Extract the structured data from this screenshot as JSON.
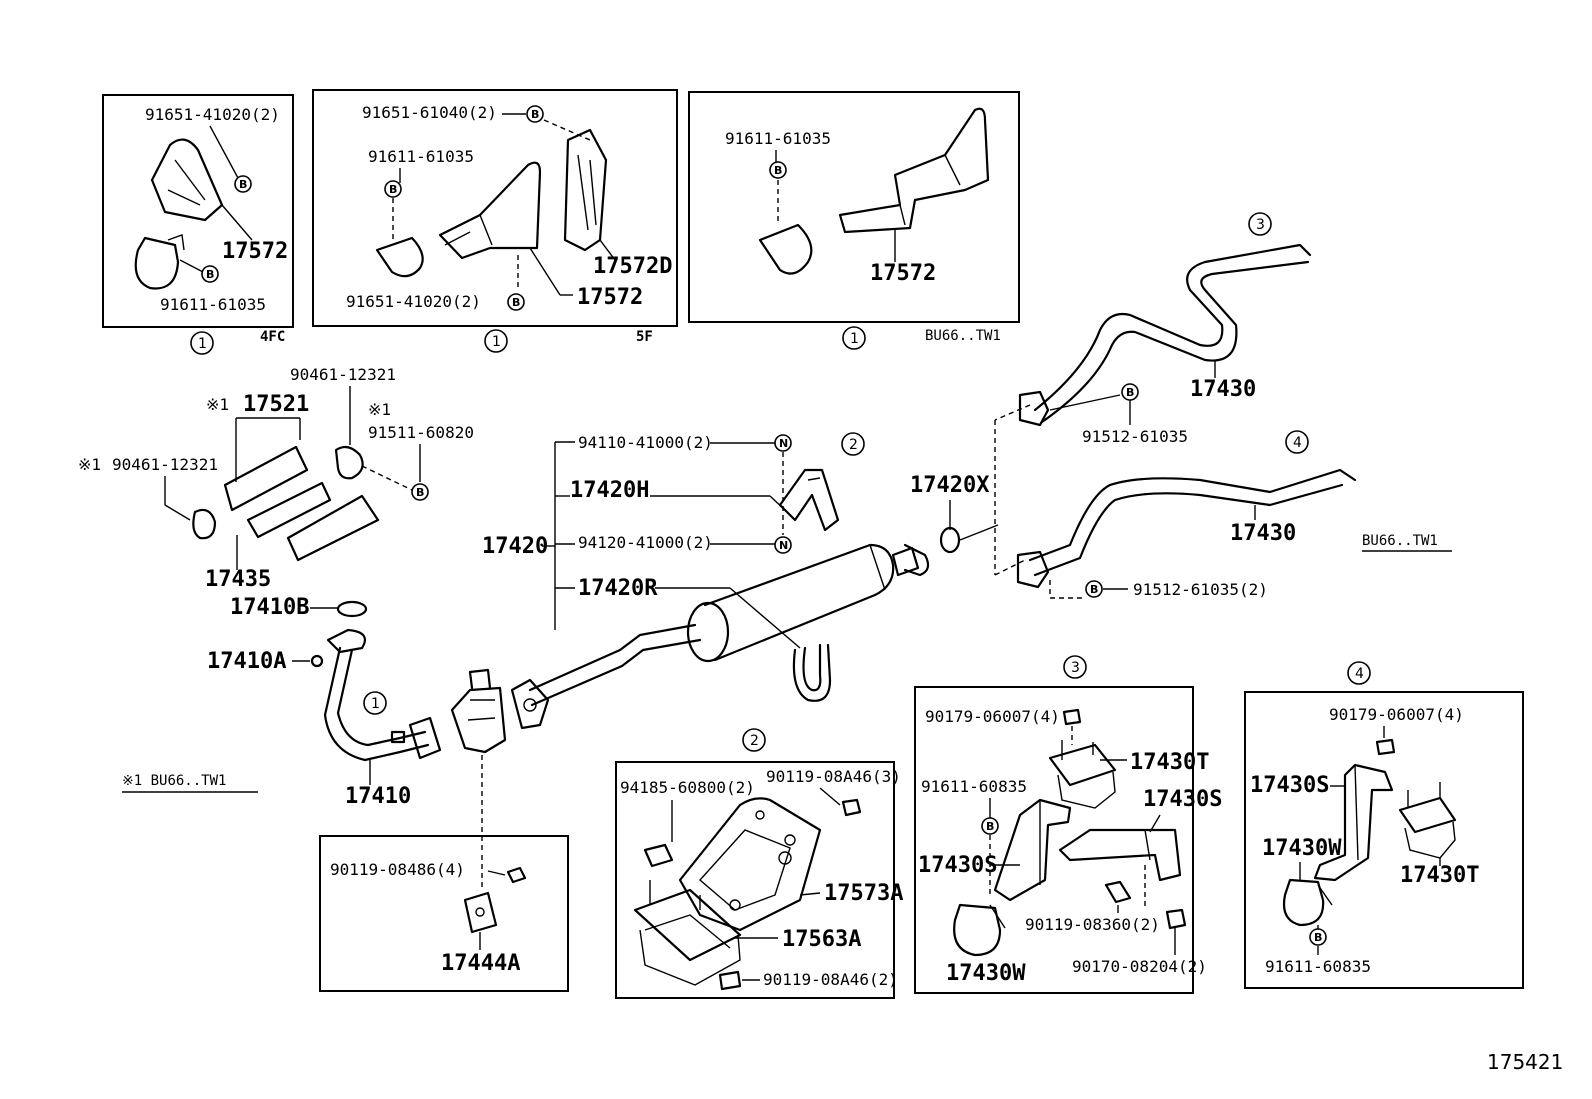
{
  "diagram_number": "175421",
  "variant_note": "※1 BU66..TW1",
  "boxes": {
    "bracket_4fc": {
      "label": "4FC",
      "ref_number": "1",
      "parts": {
        "bolt": "91651-41020(2)",
        "bracket": "17572",
        "clamp_bolt": "91611-61035"
      }
    },
    "bracket_5f": {
      "label": "5F",
      "ref_number": "1",
      "parts": {
        "bolt_upper": "91651-61040(2)",
        "clamp_bolt": "91611-61035",
        "bolt_lower": "91651-41020(2)",
        "bracket": "17572",
        "bracket_d": "17572D"
      }
    },
    "bracket_bu66": {
      "label": "BU66..TW1",
      "ref_number": "1",
      "parts": {
        "clamp_bolt": "91611-61035",
        "bracket": "17572"
      }
    },
    "sensor_bracket": {
      "parts": {
        "bolt": "90119-08486(4)",
        "bracket": "17444A"
      }
    },
    "muffler_mount": {
      "ref_number": "2",
      "parts": {
        "nut": "94185-60800(2)",
        "bolt_upper": "90119-08A46(3)",
        "bracket": "17573A",
        "insulator": "17563A",
        "bolt_lower": "90119-08A46(2)"
      }
    },
    "tail_mount_3": {
      "ref_number": "3",
      "parts": {
        "nut": "90179-06007(4)",
        "insulator": "17430T",
        "bolt": "91611-60835",
        "bracket_top": "17430S",
        "bracket_side": "17430S",
        "bolt_mid": "90119-08360(2)",
        "clamp": "17430W",
        "nut_small": "90170-08204(2)"
      }
    },
    "tail_mount_4": {
      "ref_number": "4",
      "parts": {
        "nut": "90179-06007(4)",
        "bracket": "17430S",
        "clamp": "17430W",
        "insulator": "17430T",
        "bolt": "91611-60835"
      }
    }
  },
  "main": {
    "front_pipe_clamp": "90461-12321",
    "note_mark_1": "※1",
    "hose_upper": "17521",
    "note_mark_2": "※1",
    "clamp_bolt": "91511-60820",
    "note_mark_3": "※1",
    "clamp_left": "90461-12321",
    "hose_lower": "17435",
    "gasket_b": "17410B",
    "gasket_a": "17410A",
    "front_pipe": "17410",
    "front_pipe_ref": "1",
    "nut_upper": "94110-41000(2)",
    "ref_2": "2",
    "hanger_h": "17420H",
    "center_pipe": "17420",
    "nut_lower": "94120-41000(2)",
    "hanger_r": "17420R",
    "gasket_x": "17420X",
    "tail_ref_3": "3",
    "tail_pipe_3": "17430",
    "tail_bolt_3": "91512-61035",
    "tail_ref_4": "4",
    "tail_pipe_4": "17430",
    "tail_variant": "BU66..TW1",
    "tail_bolt_4": "91512-61035(2)"
  },
  "symbols": {
    "bolt_mark": "B",
    "nut_mark": "N"
  }
}
